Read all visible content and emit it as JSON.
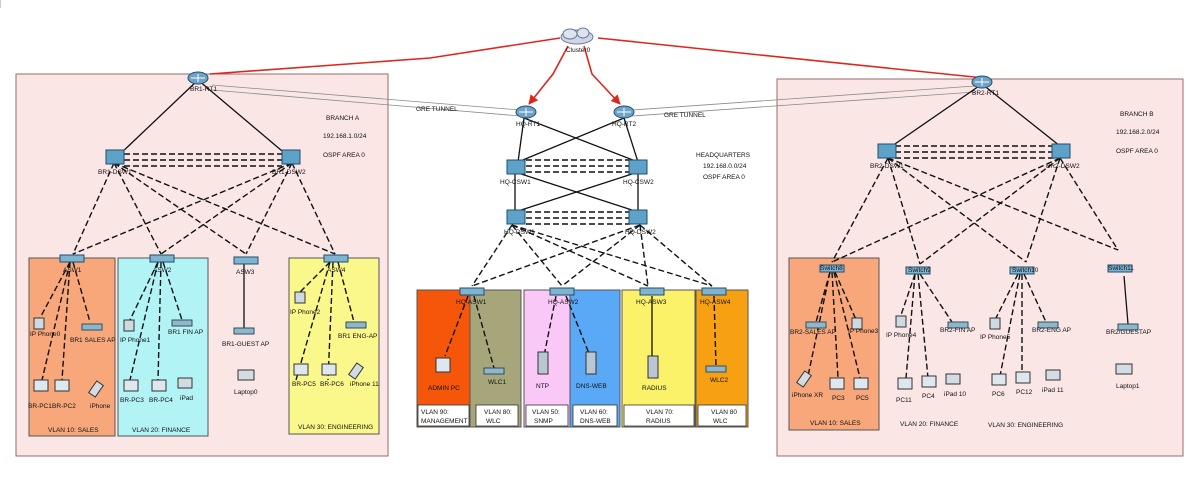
{
  "colors": {
    "site_bg": "#fbe6e6",
    "site_border": "#9a6a6a",
    "wan_link": "#e0261c",
    "vlan_sales": "#f8a77b",
    "vlan_finance": "#b2f3f6",
    "vlan_engineering": "#fbf88b",
    "vlan_management": "#f5560a",
    "vlan_wlc": "#a7a57a",
    "vlan_snmp": "#f9c8f6",
    "vlan_dnsweb": "#5aa9f6",
    "vlan_radius": "#fbf26a",
    "vlan_wlc2": "#f6a012"
  },
  "cloud": {
    "label": "Cluster0",
    "icon": "cloud-icon"
  },
  "gre": {
    "left": "GRE TUNNEL",
    "right": "GRE TUNNEL"
  },
  "branch_a": {
    "title": "BRANCH A",
    "subnet": "192.168.1.0/24",
    "ospf": "OSPF AREA 0",
    "router": "BR1-RT1",
    "dsw": [
      "BR1-DSW1",
      "BR1-DSW2"
    ],
    "asw": [
      "ASW1",
      "ASW2",
      "ASW3",
      "ASW4"
    ],
    "vlans": [
      "VLAN 10: SALES",
      "VLAN 20: FINANCE",
      "VLAN 30: ENGINEERING"
    ],
    "devices": {
      "ipphone0": "IP Phone0",
      "sales_ap": "BR1 SALES AP",
      "pc1": "BR-PC1",
      "pc2": "BR-PC2",
      "iphone": "iPhone",
      "ipphone1": "IP Phone1",
      "fin_ap": "BR1 FIN AP",
      "pc3": "BR-PC3",
      "pc4": "BR-PC4",
      "ipad": "iPad",
      "guest_ap": "BR1-GUEST AP",
      "laptop0": "Laptop0",
      "ipphone2": "IP Phone2",
      "eng_ap": "BR1 ENG-AP",
      "pc5": "BR-PC5",
      "pc6": "BR-PC6",
      "iphone11": "iPhone 11"
    }
  },
  "hq": {
    "title": "HEADQUARTERS",
    "subnet": "192.168.0.0/24",
    "ospf": "OSPF AREA 0",
    "rt": [
      "HQ-RT1",
      "HQ-RT2"
    ],
    "csw": [
      "HQ-CSW1",
      "HQ-CSW2"
    ],
    "dsw": [
      "HQ-DSW1",
      "HQ-DSW2"
    ],
    "asw": [
      "HQ-ASW1",
      "HQ-ASW2",
      "HQ-ASW3",
      "HQ-ASW4"
    ],
    "devices": {
      "admin_pc": "ADMIN PC",
      "wlc1": "WLC1",
      "ntp": "NTP",
      "dns": "DNS-WEB",
      "radius": "RADIUS",
      "wlc2": "WLC2"
    },
    "vlans": [
      {
        "l1": "VLAN 90:",
        "l2": "MANAGEMENT"
      },
      {
        "l1": "VLAN 80:",
        "l2": "WLC"
      },
      {
        "l1": "VLAN 50:",
        "l2": "SNMP"
      },
      {
        "l1": "VLAN 60:",
        "l2": "DNS-WEB"
      },
      {
        "l1": "VLAN 70:",
        "l2": "RADIUS"
      },
      {
        "l1": "VLAN 80",
        "l2": "WLC"
      }
    ]
  },
  "branch_b": {
    "title": "BRANCH B",
    "subnet": "192.168.2.0/24",
    "ospf": "OSPF AREA 0",
    "router": "BR2-RT1",
    "dsw": [
      "BR2-DSW1",
      "BR2-DSW2"
    ],
    "asw": [
      "Switch8",
      "Switch9",
      "Switch10",
      "Switch11"
    ],
    "vlans": [
      "VLAN 10: SALES",
      "VLAN 20: FINANCE",
      "VLAN 30: ENGINEERING"
    ],
    "devices": {
      "sales_ap": "BR2-SALES AP",
      "ipphone3": "IP Phone3",
      "iphonexr": "iPhone XR",
      "pc3": "PC3",
      "pc5": "PC5",
      "ipphone4": "IP Phone4",
      "fin_ap": "BR2-FIN AP",
      "pc11": "PC11",
      "pc4": "PC4",
      "ipad10": "iPad 10",
      "ipphone5": "IP Phone5",
      "eng_ap": "BR2-ENG AP",
      "pc6": "PC6",
      "pc12": "PC12",
      "ipad11": "iPad 11",
      "guest_ap": "BR2/GUESTAP",
      "laptop1": "Laptop1"
    }
  }
}
